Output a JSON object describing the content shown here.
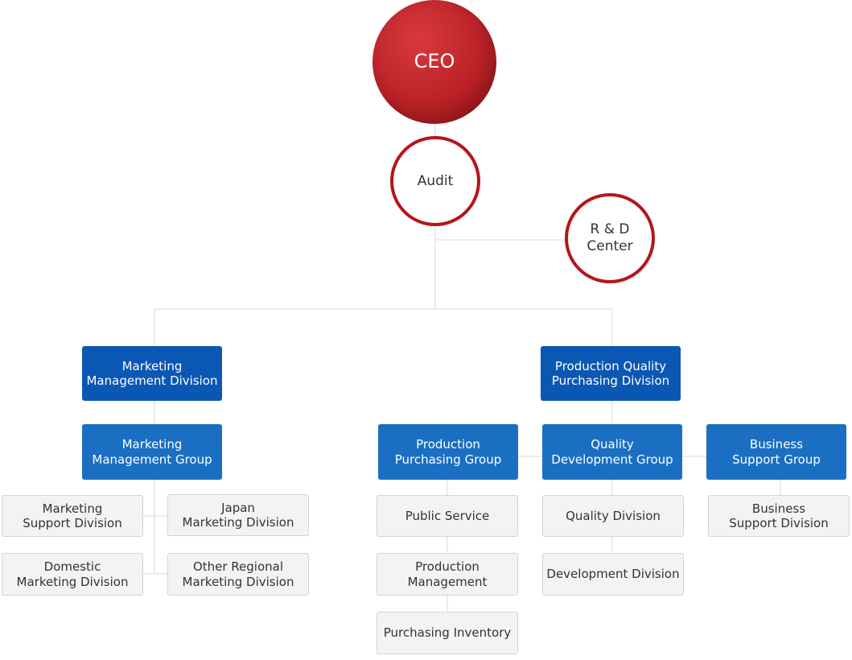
{
  "org": {
    "ceo": "CEO",
    "audit": "Audit",
    "rd_center": "R & D\nCenter",
    "marketing_management_division": "Marketing\nManagement Division",
    "production_quality_purchasing_division": "Production Quality\nPurchasing Division",
    "marketing_management_group": "Marketing\nManagement Group",
    "production_purchasing_group": "Production\nPurchasing Group",
    "quality_development_group": "Quality\nDevelopment Group",
    "business_support_group": "Business\nSupport Group",
    "marketing_support_division": "Marketing\nSupport Division",
    "japan_marketing_division": "Japan\nMarketing Division",
    "domestic_marketing_division": "Domestic\nMarketing Division",
    "other_regional_marketing_division": "Other Regional\nMarketing Division",
    "public_service": "Public Service",
    "production_management": "Production\nManagement",
    "purchasing_inventory": "Purchasing Inventory",
    "quality_division": "Quality Division",
    "development_division": "Development Division",
    "business_support_division": "Business\nSupport Division"
  },
  "colors": {
    "ceo_red": "#c1262b",
    "ring_red": "#b5151b",
    "division_blue": "#0b57b4",
    "group_blue": "#1a6fc2",
    "unit_grey": "#f3f3f3",
    "connector_grey": "#d9d9d9"
  }
}
